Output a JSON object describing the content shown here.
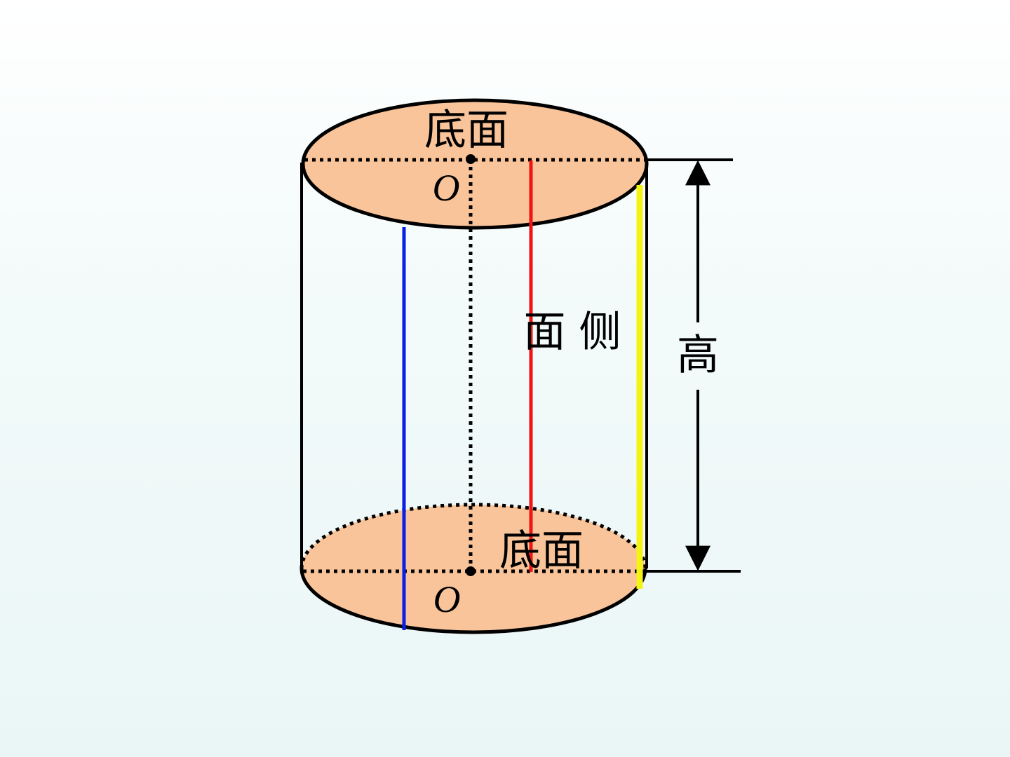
{
  "labels": {
    "top_base": "底面",
    "top_center": "O",
    "lateral_surface": "面 侧",
    "height": "高",
    "bottom_base": "底面",
    "bottom_center": "O"
  },
  "colors": {
    "base_fill": "#f9c49a",
    "outline": "#000000",
    "generatrix_blue": "#0b1fe6",
    "generatrix_red": "#f21414",
    "generatrix_yellow": "#f4f414"
  }
}
